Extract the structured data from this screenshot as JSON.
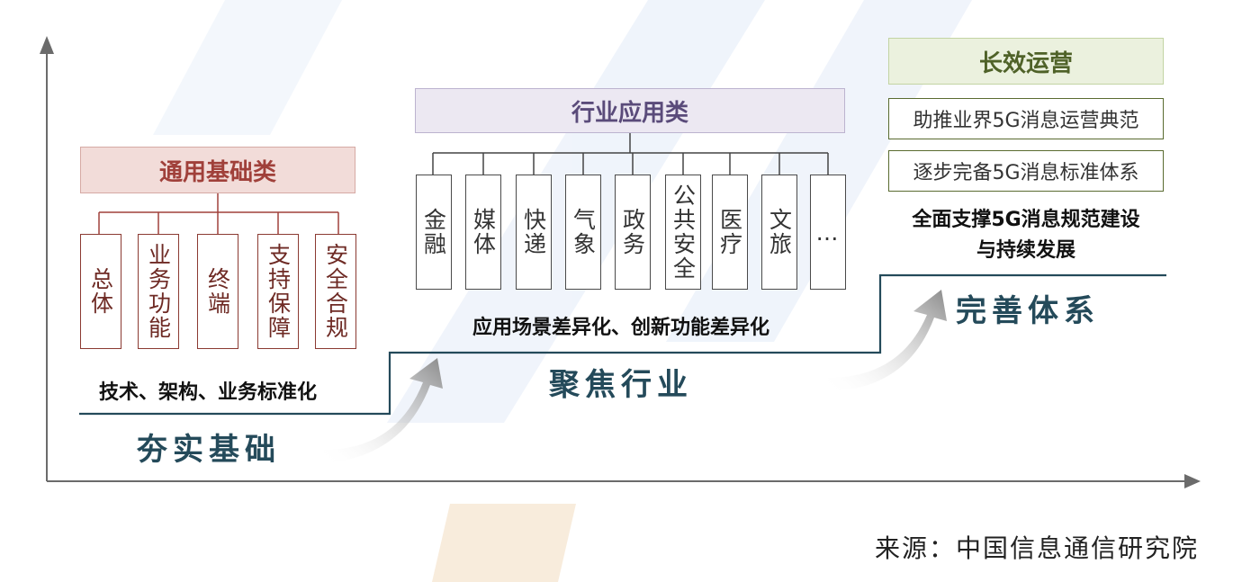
{
  "stages": [
    {
      "title": "夯实基础",
      "category": "通用基础类",
      "items": [
        "总体",
        "业务功能",
        "终端",
        "支持保障",
        "安全合规"
      ],
      "caption": "技术、架构、业务标准化"
    },
    {
      "title": "聚焦行业",
      "category": "行业应用类",
      "items": [
        "金融",
        "媒体",
        "快递",
        "气象",
        "政务",
        "公共安全",
        "医疗",
        "文旅",
        "…"
      ],
      "caption": "应用场景差异化、创新功能差异化"
    },
    {
      "title": "完善体系",
      "category": "长效运营",
      "items": [
        "助推业界5G消息运营典范",
        "逐步完备5G消息标准体系"
      ],
      "caption_lines": [
        "全面支撑5G消息规范建设",
        "与持续发展"
      ]
    }
  ],
  "source": "来源：中国信息通信研究院",
  "colors": {
    "general_fill": "#f2dcd9",
    "general_text": "#a0403a",
    "industry_fill": "#ece8f2",
    "industry_text": "#5a4b7a",
    "ops_fill": "#ebf1de",
    "ops_text": "#4f6228",
    "stage_text": "#244a5a"
  }
}
